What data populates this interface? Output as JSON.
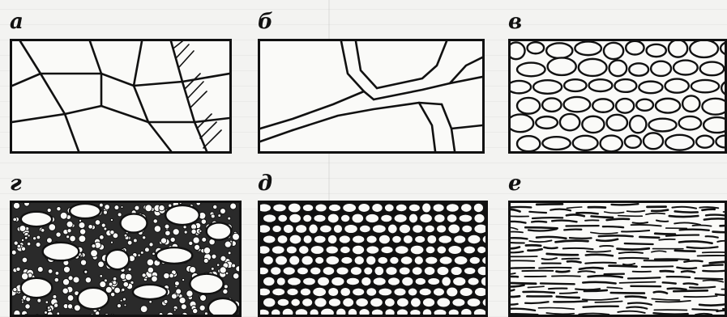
{
  "panels": [
    {
      "key": "a",
      "label": "а",
      "pattern": "blocky-fractured"
    },
    {
      "key": "b",
      "label": "б",
      "pattern": "large-blocky"
    },
    {
      "key": "c",
      "label": "в",
      "pattern": "large-rounded-aggregates"
    },
    {
      "key": "d",
      "label": "г",
      "pattern": "mixed-aggregates-with-granules"
    },
    {
      "key": "e",
      "label": "д",
      "pattern": "dense-small-aggregates"
    },
    {
      "key": "f",
      "label": "е",
      "pattern": "platy-laminated"
    }
  ],
  "colors": {
    "ink": "#111111",
    "paper": "#fafaf8"
  }
}
